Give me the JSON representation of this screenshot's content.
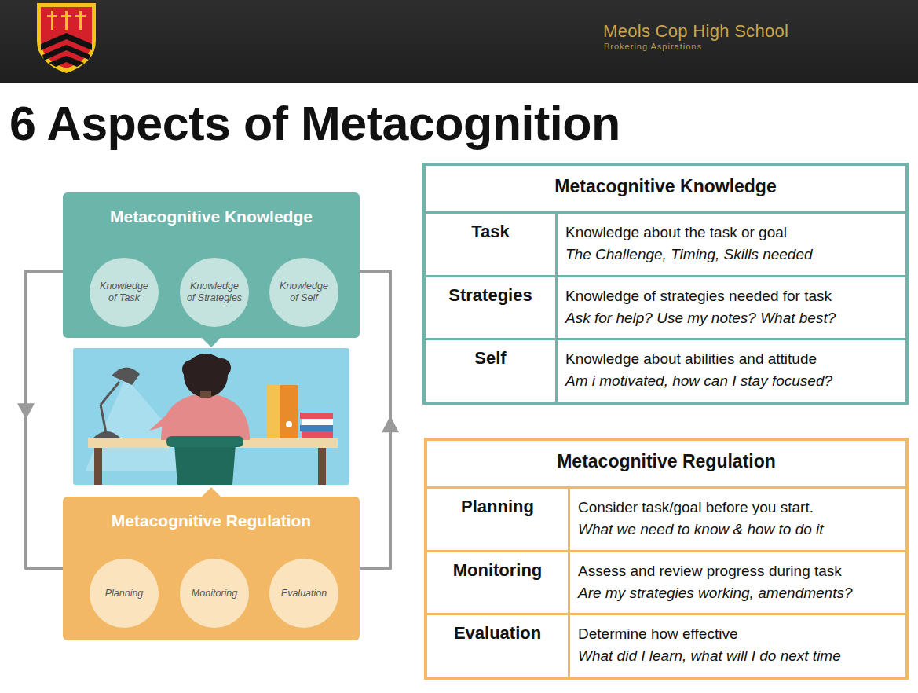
{
  "diagram": {
    "title": "6 Aspects of Metacognition",
    "nodes": [
      {
        "text": [
          "Metacognitive Knowledge"
        ]
      },
      {
        "text": [
          "Knowledge of Task"
        ],
        "in": 0
      },
      {
        "text": [
          "Knowledge of Strategies"
        ],
        "in": 0
      },
      {
        "text": [
          "Knowledge of Self"
        ],
        "in": 0
      },
      {
        "text": [
          "Metacognitive Knowledge"
        ]
      },
      {
        "text": [
          "Task",
          "Knowledge about the task or goal",
          "The Challenge, Timing, Skills needed"
        ],
        "in": 4
      },
      {
        "text": [
          "Strategies",
          "Knowledge of strategies needed for task",
          "Ask for help? Use my notes? What best?"
        ],
        "in": 4
      },
      {
        "text": [
          "Self",
          "Knowledge about abilities and attitude",
          "Am i motivated, how can I stay focused?"
        ],
        "in": 4
      },
      {
        "text": [
          "Metacognitive Regulation"
        ]
      },
      {
        "text": [
          "Planning"
        ],
        "in": 8
      },
      {
        "text": [
          "Monitoring"
        ],
        "in": 8
      },
      {
        "text": [
          "Evaluation"
        ],
        "in": 8
      },
      {
        "text": [
          "Metacognitive Regulation"
        ]
      },
      {
        "text": [
          "Planning",
          "Consider task/goal before you start.",
          "What we need to know & how to do it"
        ],
        "in": 12
      },
      {
        "text": [
          "Monitoring",
          "Assess and review progress during task",
          "Are my strategies working, amendments?"
        ],
        "in": 12
      },
      {
        "text": [
          "Evaluation",
          "Determine how effective",
          "What did I learn, what will I do next time"
        ],
        "in": 12
      }
    ],
    "edges": [
      {
        "from": 0,
        "to": 8,
        "arrow": "to"
      },
      {
        "from": 8,
        "to": 0,
        "arrow": "to"
      }
    ],
    "labels": [
      "Meols Cop High School",
      "Brokering Aspirations"
    ]
  }
}
